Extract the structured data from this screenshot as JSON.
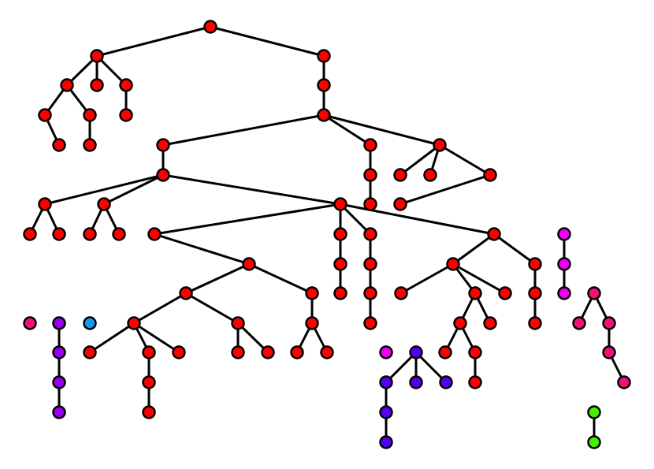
{
  "colors": {
    "edge": "#000000",
    "outline": "#000000",
    "background": "#ffffff"
  },
  "components": [
    {
      "name": "red-tree",
      "color": "#ff0000",
      "node_count": 80
    },
    {
      "name": "magenta-chain",
      "color": "#ee00ee",
      "node_count": 3
    },
    {
      "name": "pink-tree",
      "color": "#ee1177",
      "node_count": 5
    },
    {
      "name": "pink-single",
      "color": "#ee1177",
      "node_count": 1
    },
    {
      "name": "purple-chain",
      "color": "#9900ee",
      "node_count": 4
    },
    {
      "name": "cyan-single",
      "color": "#1199ee",
      "node_count": 1
    },
    {
      "name": "magenta-single",
      "color": "#ee00ee",
      "node_count": 1
    },
    {
      "name": "indigo-tree",
      "color": "#5500ee",
      "node_count": 7
    },
    {
      "name": "green-pair",
      "color": "#44ee00",
      "node_count": 2
    }
  ]
}
